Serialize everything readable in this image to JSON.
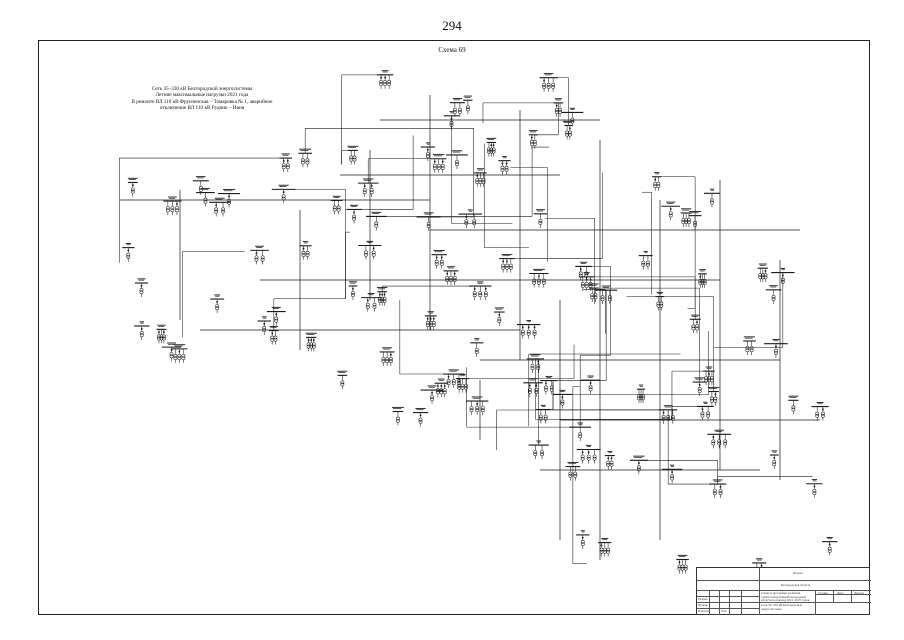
{
  "page": {
    "number": "294"
  },
  "scheme": {
    "title": "Схема 69"
  },
  "caption": {
    "lines": [
      "Сеть 35–330 кВ Белгородской энергосистемы",
      "Летние максимальные нагрузки 2021 года",
      "В ремонте ВЛ 110 кВ Фрунзенская – Томаровка № 1, аварийное",
      "отключение ВЛ 110 кВ Рудник – Ивня"
    ]
  },
  "stamp": {
    "region": "Белгородская область",
    "org_row": "Проект",
    "work_title": "Схема и программа развития электроэнергетики Белгородской области на период 2021–2025 годов",
    "sheet_title": "Сеть 35–330 кВ Белгородской энергосистемы",
    "role_labels": [
      "Разраб.",
      "Провер.",
      "Н.контр.",
      "Утв."
    ],
    "col_labels": [
      "Стадия",
      "Лист",
      "Листов"
    ]
  },
  "colors": {
    "ink": "#1a1a1a",
    "paper": "#ffffff",
    "frame": "#222222"
  }
}
